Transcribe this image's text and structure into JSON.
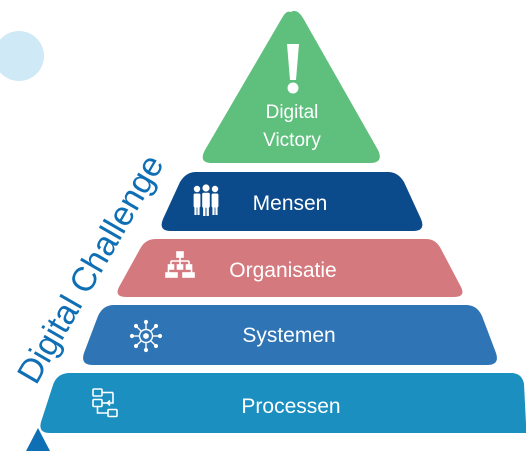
{
  "diagram": {
    "type": "pyramid",
    "side_label": "Digital Challenge",
    "tiers": [
      {
        "id": "digital-victory",
        "icon": "exclamation-icon",
        "line1": "Digital",
        "line2": "Victory",
        "color": "#5fbf7d"
      },
      {
        "id": "mensen",
        "icon": "people-icon",
        "label": "Mensen",
        "color": "#0b4a8b"
      },
      {
        "id": "organisatie",
        "icon": "org-chart-icon",
        "label": "Organisatie",
        "color": "#d47a7f"
      },
      {
        "id": "systemen",
        "icon": "circuit-icon",
        "label": "Systemen",
        "color": "#2f74b5"
      },
      {
        "id": "processen",
        "icon": "process-icon",
        "label": "Processen",
        "color": "#1a8fc0"
      }
    ],
    "decor": {
      "light_circle_color": "#cfe9f6",
      "arrow_color": "#0f6fb5",
      "text_color": "#ffffff"
    }
  }
}
